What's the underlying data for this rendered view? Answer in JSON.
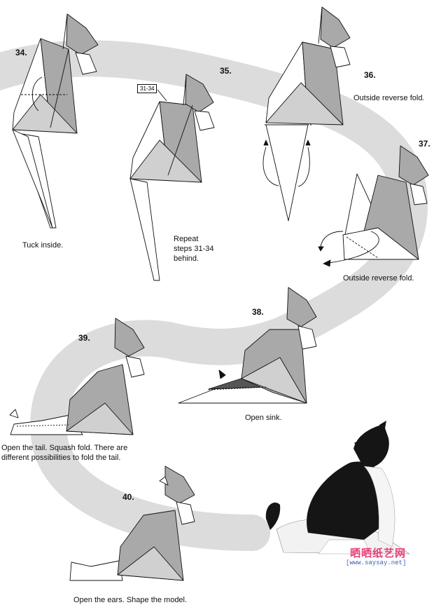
{
  "steps": [
    {
      "number": "34.",
      "caption": "Tuck inside."
    },
    {
      "number": "35.",
      "caption": "Repeat steps 31-34 behind.",
      "ref_box": "31-34",
      "caption_lines": [
        "Repeat",
        "steps 31-34",
        "behind."
      ]
    },
    {
      "number": "36.",
      "caption": "Outside reverse fold."
    },
    {
      "number": "37.",
      "caption": "Outside reverse fold."
    },
    {
      "number": "38.",
      "caption": "Open sink."
    },
    {
      "number": "39.",
      "caption": "Open the tail. Squash fold. There are different possibilities to fold the tail.",
      "caption_lines": [
        "Open the tail. Squash fold. There are",
        "different possibilities to fold the tail."
      ]
    },
    {
      "number": "40.",
      "caption": "Open the ears. Shape the model."
    }
  ],
  "watermark": {
    "line1": "晒晒纸艺网",
    "line2": "[www.saysay.net]"
  },
  "colors": {
    "band": "#dcdcdc",
    "shade": "#a9a9a9",
    "dark": "#555555",
    "paper": "#ffffff",
    "line": "#111111",
    "cat_black": "#151515",
    "watermark_pink": "#e5427a",
    "watermark_blue": "#3a5db5"
  }
}
